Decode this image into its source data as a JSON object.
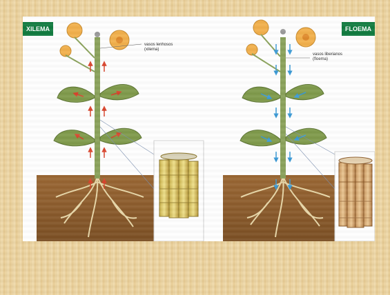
{
  "left_diagram": {
    "badge": "XILEMA",
    "caption_line1": "vasos lenhosos",
    "caption_line2": "(xilema)"
  },
  "right_diagram": {
    "badge": "FLOEMA",
    "caption_line1": "vasos liberianos",
    "caption_line2": "(floema)"
  },
  "colors": {
    "badge": "#0e7a3e",
    "xylem_arrows": "#d9432b",
    "phloem_arrows": "#3a9ad6",
    "soil": "#8a5a2b",
    "leaf": "#7f9a4a",
    "flower": "#f2b04b"
  }
}
